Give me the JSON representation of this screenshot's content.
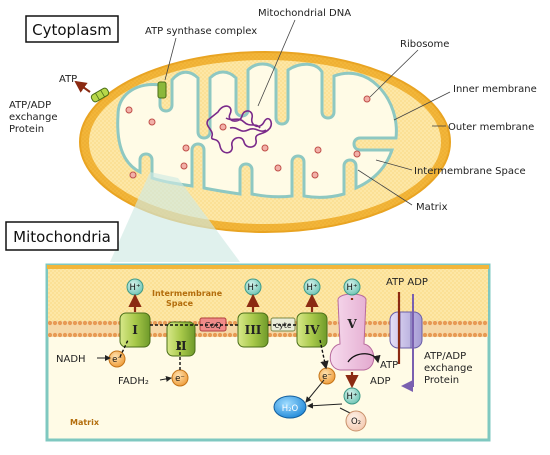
{
  "top_labels": {
    "cytoplasm": "Cytoplasm",
    "atp_synthase_complex": "ATP synthase complex",
    "mitochondrial_dna": "Mitochondrial DNA",
    "ribosome": "Ribosome",
    "atp": "ATP",
    "atp_adp_exchange": [
      "ATP/ADP",
      "exchange",
      "Protein"
    ],
    "inner_membrane": "Inner membrane",
    "outer_membrane": "Outer membrane",
    "intermembrane_space": "Intermembrane Space",
    "matrix": "Matrix"
  },
  "bottom": {
    "mitochondria": "Mitochondria",
    "intermembrane_space": [
      "Intermembrane",
      "Space"
    ],
    "matrix": "Matrix",
    "complexes": [
      "I",
      "II",
      "III",
      "IV",
      "V"
    ],
    "coq": "CoQ",
    "cytc": "cytc",
    "proton": "H⁺",
    "electron": "e⁻",
    "nadh": "NADH",
    "fadh2": "FADH₂",
    "h2o": "H₂O",
    "o2": "O₂",
    "atp_adp": "ATP ADP",
    "atp": "ATP",
    "adp": "ADP",
    "exchange_protein": [
      "ATP/ADP",
      "exchange",
      "Protein"
    ]
  },
  "colors": {
    "outer_membrane": "#f2b63a",
    "intermembrane": "#fde7a6",
    "inner_membrane": "#8ec8c2",
    "matrix": "#fffbe6",
    "complex_green": "#a8c94a",
    "proton_teal": "#7fcfc0",
    "electron_orange": "#f0a040",
    "arrow_red": "#8b2a12",
    "dna_purple": "#7a2a8a"
  }
}
